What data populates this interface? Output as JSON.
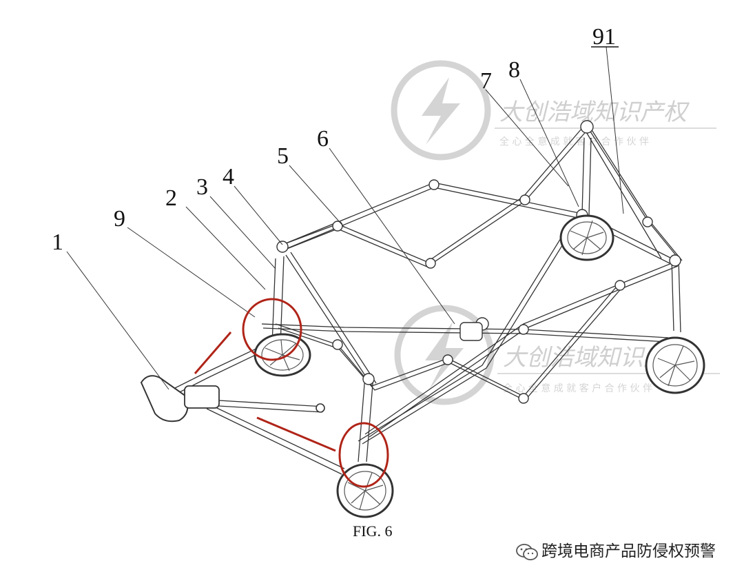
{
  "figure": {
    "caption": "FIG. 6",
    "reference_numerals": [
      "1",
      "2",
      "3",
      "4",
      "5",
      "6",
      "7",
      "8",
      "9",
      "91"
    ]
  },
  "annotations": {
    "highlight_color": "#b02418",
    "highlight_circles": 2,
    "highlight_lines": 2
  },
  "watermark": {
    "name": "大创浩域知识产权",
    "slogan": "全 心 全 意 成 就 客 户 合 作 伙 伴",
    "color": "#cfcfcf"
  },
  "footer": {
    "account": "跨境电商产品防侵权预警",
    "icon": "wechat-icon"
  }
}
